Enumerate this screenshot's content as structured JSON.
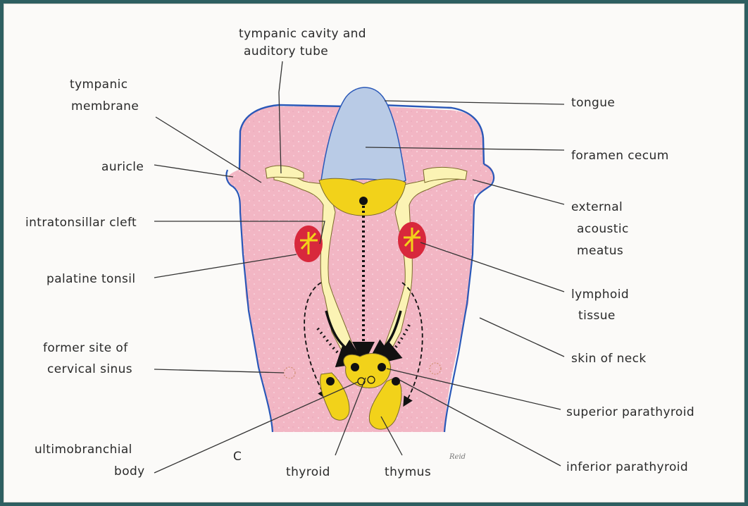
{
  "labels": {
    "tympanic_cavity_line1": "tympanic cavity and",
    "tympanic_cavity_line2": "auditory tube",
    "tympanic_membrane_line1": "tympanic",
    "tympanic_membrane_line2": "membrane",
    "auricle": "auricle",
    "intratonsillar_cleft": "intratonsillar cleft",
    "palatine_tonsil": "palatine tonsil",
    "former_site_line1": "former site of",
    "former_site_line2": "cervical sinus",
    "ultimobranchial_line1": "ultimobranchial",
    "ultimobranchial_line2": "body",
    "panel_letter": "C",
    "thyroid": "thyroid",
    "thymus": "thymus",
    "signature": "Reid",
    "tongue": "tongue",
    "foramen_cecum": "foramen cecum",
    "external_acoustic_line1": "external",
    "external_acoustic_line2": "acoustic",
    "external_acoustic_line3": "meatus",
    "lymphoid_line1": "lymphoid",
    "lymphoid_line2": "tissue",
    "skin_of_neck": "skin of neck",
    "superior_parathyroid": "superior parathyroid",
    "inferior_parathyroid": "inferior parathyroid"
  },
  "colors": {
    "frame_border": "#2e5f61",
    "background": "#fbfaf8",
    "skin_pink": "#f2b6c4",
    "pharynx_yellow": "#fbf3b4",
    "gland_yellow": "#f2d21a",
    "tongue_blue": "#b9cbe6",
    "outline_blue": "#2a58b8",
    "tonsil_red": "#d8283c"
  }
}
